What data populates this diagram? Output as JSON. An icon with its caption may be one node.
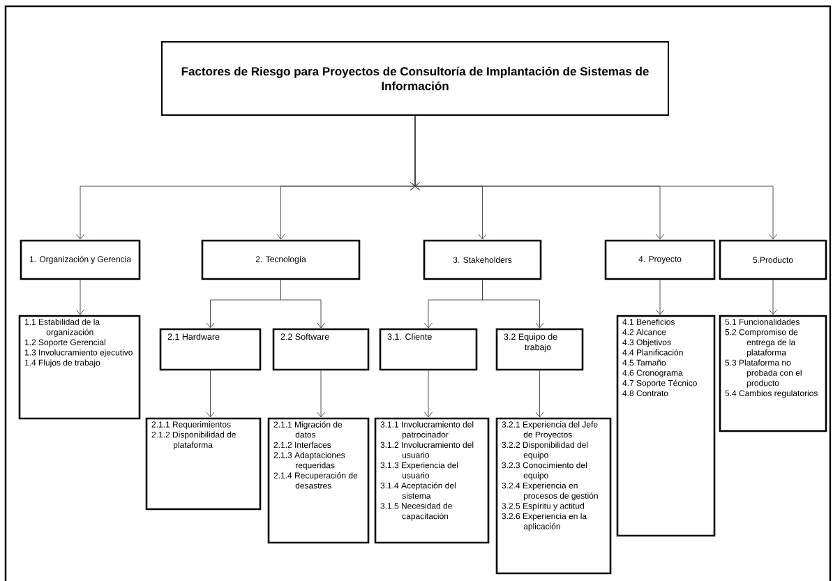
{
  "diagram": {
    "nodes": [
      {
        "text": [
          "Factores de Riesgo para Proyectos de Consultoría de Implantación de Sistemas de Información"
        ]
      },
      {
        "text": [
          "1. Organización y Gerencia"
        ]
      },
      {
        "text": [
          "2. Tecnología"
        ]
      },
      {
        "text": [
          "3. Stakeholders"
        ]
      },
      {
        "text": [
          "4. Proyecto"
        ]
      },
      {
        "text": [
          "5.Producto"
        ]
      },
      {
        "text": [
          "1.1 Estabilidad de la organización",
          "1.2 Soporte Gerencial",
          "1.3 Involucramiento ejecutivo",
          "1.4 Flujos de trabajo"
        ]
      },
      {
        "text": [
          "2.1 Hardware"
        ]
      },
      {
        "text": [
          "2.2 Software"
        ]
      },
      {
        "text": [
          "3.1. Cliente"
        ]
      },
      {
        "text": [
          "3.2 Equipo de trabajo"
        ]
      },
      {
        "text": [
          "2.1.1 Requerimientos",
          "2.1.2 Disponibilidad de plataforma"
        ]
      },
      {
        "text": [
          "2.1.1 Migración de datos",
          "2.1.2 Interfaces",
          "2.1.3 Adaptaciones requeridas",
          "2.1.4 Recuperación de desastres"
        ]
      },
      {
        "text": [
          "3.1.1 Involucramiento del patrocinador",
          "3.1.2 Involucramiento del usuario",
          "3.1.3 Experiencia del usuario",
          "3.1.4 Aceptación del sistema",
          "3.1.5 Necesidad de capacitación"
        ]
      },
      {
        "text": [
          "3.2.1 Experiencia del Jefe de Proyectos",
          "3.2.2 Disponibilidad del equipo",
          "3.2.3 Conocimiento del equipo",
          "3.2.4 Experiencia en procesos de gestión",
          "3.2.5 Espíritu y actitud",
          "3.2.6 Experiencia en la aplicación"
        ]
      },
      {
        "text": [
          "4.1 Beneficios",
          "4.2 Alcance",
          "4.3 Objetivos",
          "4.4 Planificación",
          "4.5 Tamaño",
          "4.6 Cronograma",
          "4.7 Soporte Técnico",
          "4.8 Contrato"
        ]
      },
      {
        "text": [
          "5.1 Funcionalidades",
          "5.2 Compromiso de entrega de la plataforma",
          "5.3 Plataforma no probada con el producto",
          "5.4 Cambios regulatorios"
        ]
      }
    ],
    "edges": [
      {
        "from": 0,
        "to": 1,
        "arrow": "to"
      },
      {
        "from": 0,
        "to": 2,
        "arrow": "to"
      },
      {
        "from": 0,
        "to": 3,
        "arrow": "to"
      },
      {
        "from": 0,
        "to": 4,
        "arrow": "to"
      },
      {
        "from": 0,
        "to": 5,
        "arrow": "to"
      },
      {
        "from": 1,
        "to": 6,
        "arrow": "to"
      },
      {
        "from": 2,
        "to": 7,
        "arrow": "to"
      },
      {
        "from": 2,
        "to": 8,
        "arrow": "to"
      },
      {
        "from": 3,
        "to": 9,
        "arrow": "to"
      },
      {
        "from": 3,
        "to": 10,
        "arrow": "to"
      },
      {
        "from": 7,
        "to": 11,
        "arrow": "to"
      },
      {
        "from": 8,
        "to": 12,
        "arrow": "to"
      },
      {
        "from": 9,
        "to": 13,
        "arrow": "to"
      },
      {
        "from": 10,
        "to": 14,
        "arrow": "to"
      },
      {
        "from": 4,
        "to": 15,
        "arrow": "to"
      },
      {
        "from": 5,
        "to": 16,
        "arrow": "to"
      }
    ]
  }
}
